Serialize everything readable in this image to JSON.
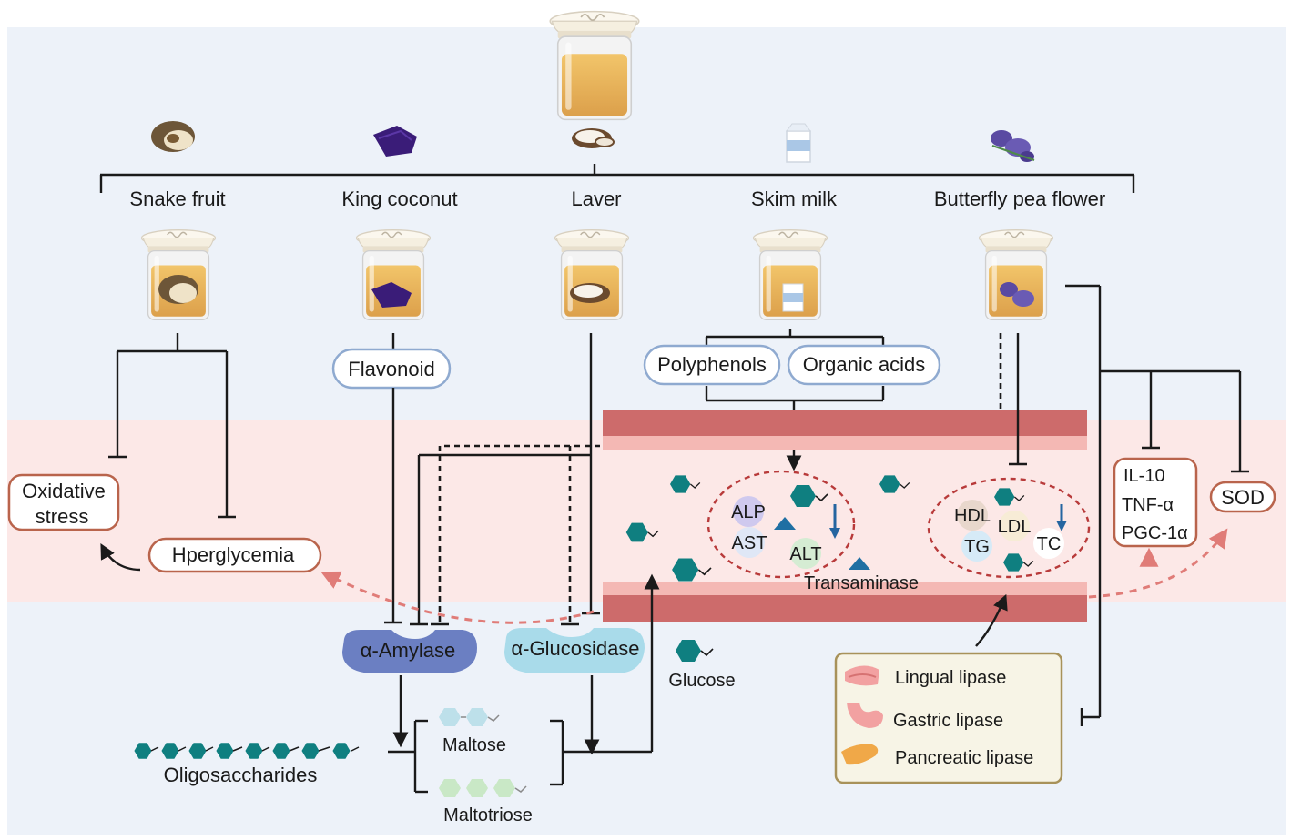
{
  "sources": [
    {
      "label": "Snake fruit",
      "icon": "snake-fruit-icon"
    },
    {
      "label": "King coconut",
      "icon": "king-coconut-icon"
    },
    {
      "label": "Laver",
      "icon": "laver-icon"
    },
    {
      "label": "Skim milk",
      "icon": "skim-milk-icon"
    },
    {
      "label": "Butterfly pea flower",
      "icon": "butterfly-pea-flower-icon"
    }
  ],
  "compounds": {
    "flavonoid": "Flavonoid",
    "polyphenols": "Polyphenols",
    "organic_acids": "Organic acids"
  },
  "effects": {
    "oxidative_line1": "Oxidative",
    "oxidative_line2": "stress",
    "hyperglycemia": "Hperglycemia",
    "cytokines": [
      "IL-10",
      "TNF-α",
      "PGC-1α"
    ],
    "sod": "SOD"
  },
  "enzymes": {
    "amylase": "α-Amylase",
    "glucosidase": "α-Glucosidase"
  },
  "sugars": {
    "glucose": "Glucose",
    "maltose": "Maltose",
    "maltotriose": "Maltotriose",
    "oligosaccharides": "Oligosaccharides"
  },
  "vessel": {
    "liver_markers": [
      "ALP",
      "AST",
      "ALT"
    ],
    "transaminase": "Transaminase",
    "lipid_markers": [
      "HDL",
      "LDL",
      "TG",
      "TC"
    ]
  },
  "lipases": [
    "Lingual lipase",
    "Gastric lipase",
    "Pancreatic lipase"
  ],
  "colors": {
    "background_blue": "#edf2f9",
    "band_pink": "#fce8e7",
    "vessel_wall": "#cd6b6b",
    "pill_border_blue": "#8faad0",
    "pill_border_red": "#b9644c",
    "teal": "#0f7f80",
    "amylase": "#6b7fc2",
    "glucosidase": "#a9dbea",
    "kombucha": "#e9b45a",
    "lipase_box": "#f7f4e6"
  }
}
